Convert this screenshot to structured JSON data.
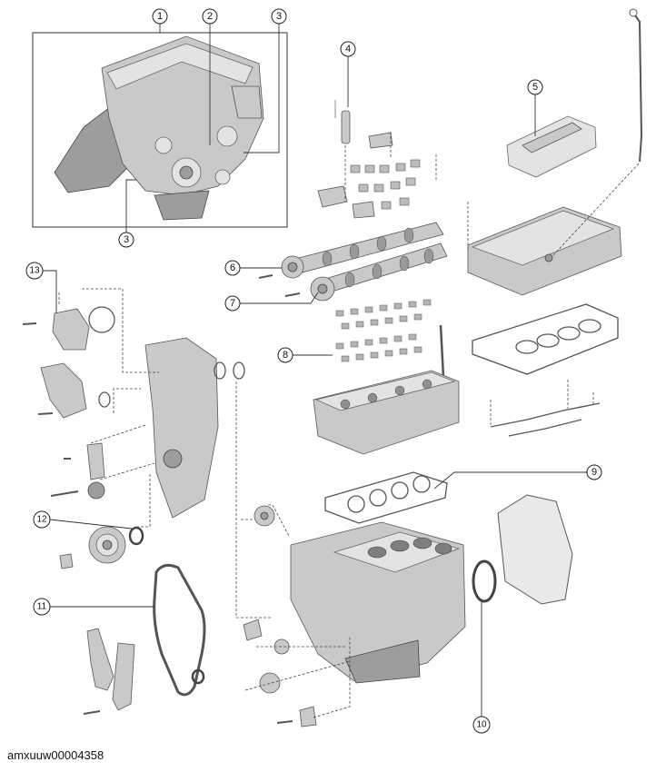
{
  "figure_id": "amxuuw00004358",
  "callouts": {
    "c1": "1",
    "c2": "2",
    "c3a": "3",
    "c3b": "3",
    "c4": "4",
    "c5": "5",
    "c6": "6",
    "c7": "7",
    "c8": "8",
    "c9": "9",
    "c10": "10",
    "c11": "11",
    "c12": "12",
    "c13": "13"
  }
}
